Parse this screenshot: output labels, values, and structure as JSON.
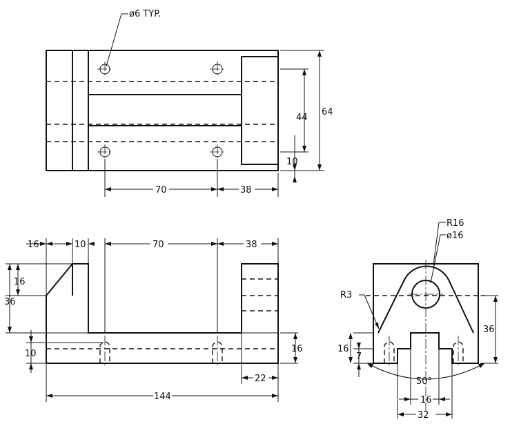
{
  "top_view": {
    "note": "ø6 TYP.",
    "dims": {
      "overall_depth": "64",
      "hole_spacing": "44",
      "edge_offset": "10",
      "hole_pitch": "70",
      "hole_to_end": "38"
    }
  },
  "front_view": {
    "dims": {
      "width_16": "16",
      "width_10": "10",
      "pitch_70": "70",
      "end_38": "38",
      "bevel_16": "16",
      "height_36": "36",
      "base_16": "16",
      "base_10": "10",
      "slot_22": "22",
      "overall_144": "144"
    }
  },
  "side_view": {
    "labels": {
      "radius": "R16",
      "bore": "ø16",
      "fillet": "R3"
    },
    "dims": {
      "height_36": "36",
      "left_16": "16",
      "left_7": "7",
      "angle": "50°",
      "slot_16": "16",
      "slot_32": "32"
    }
  }
}
